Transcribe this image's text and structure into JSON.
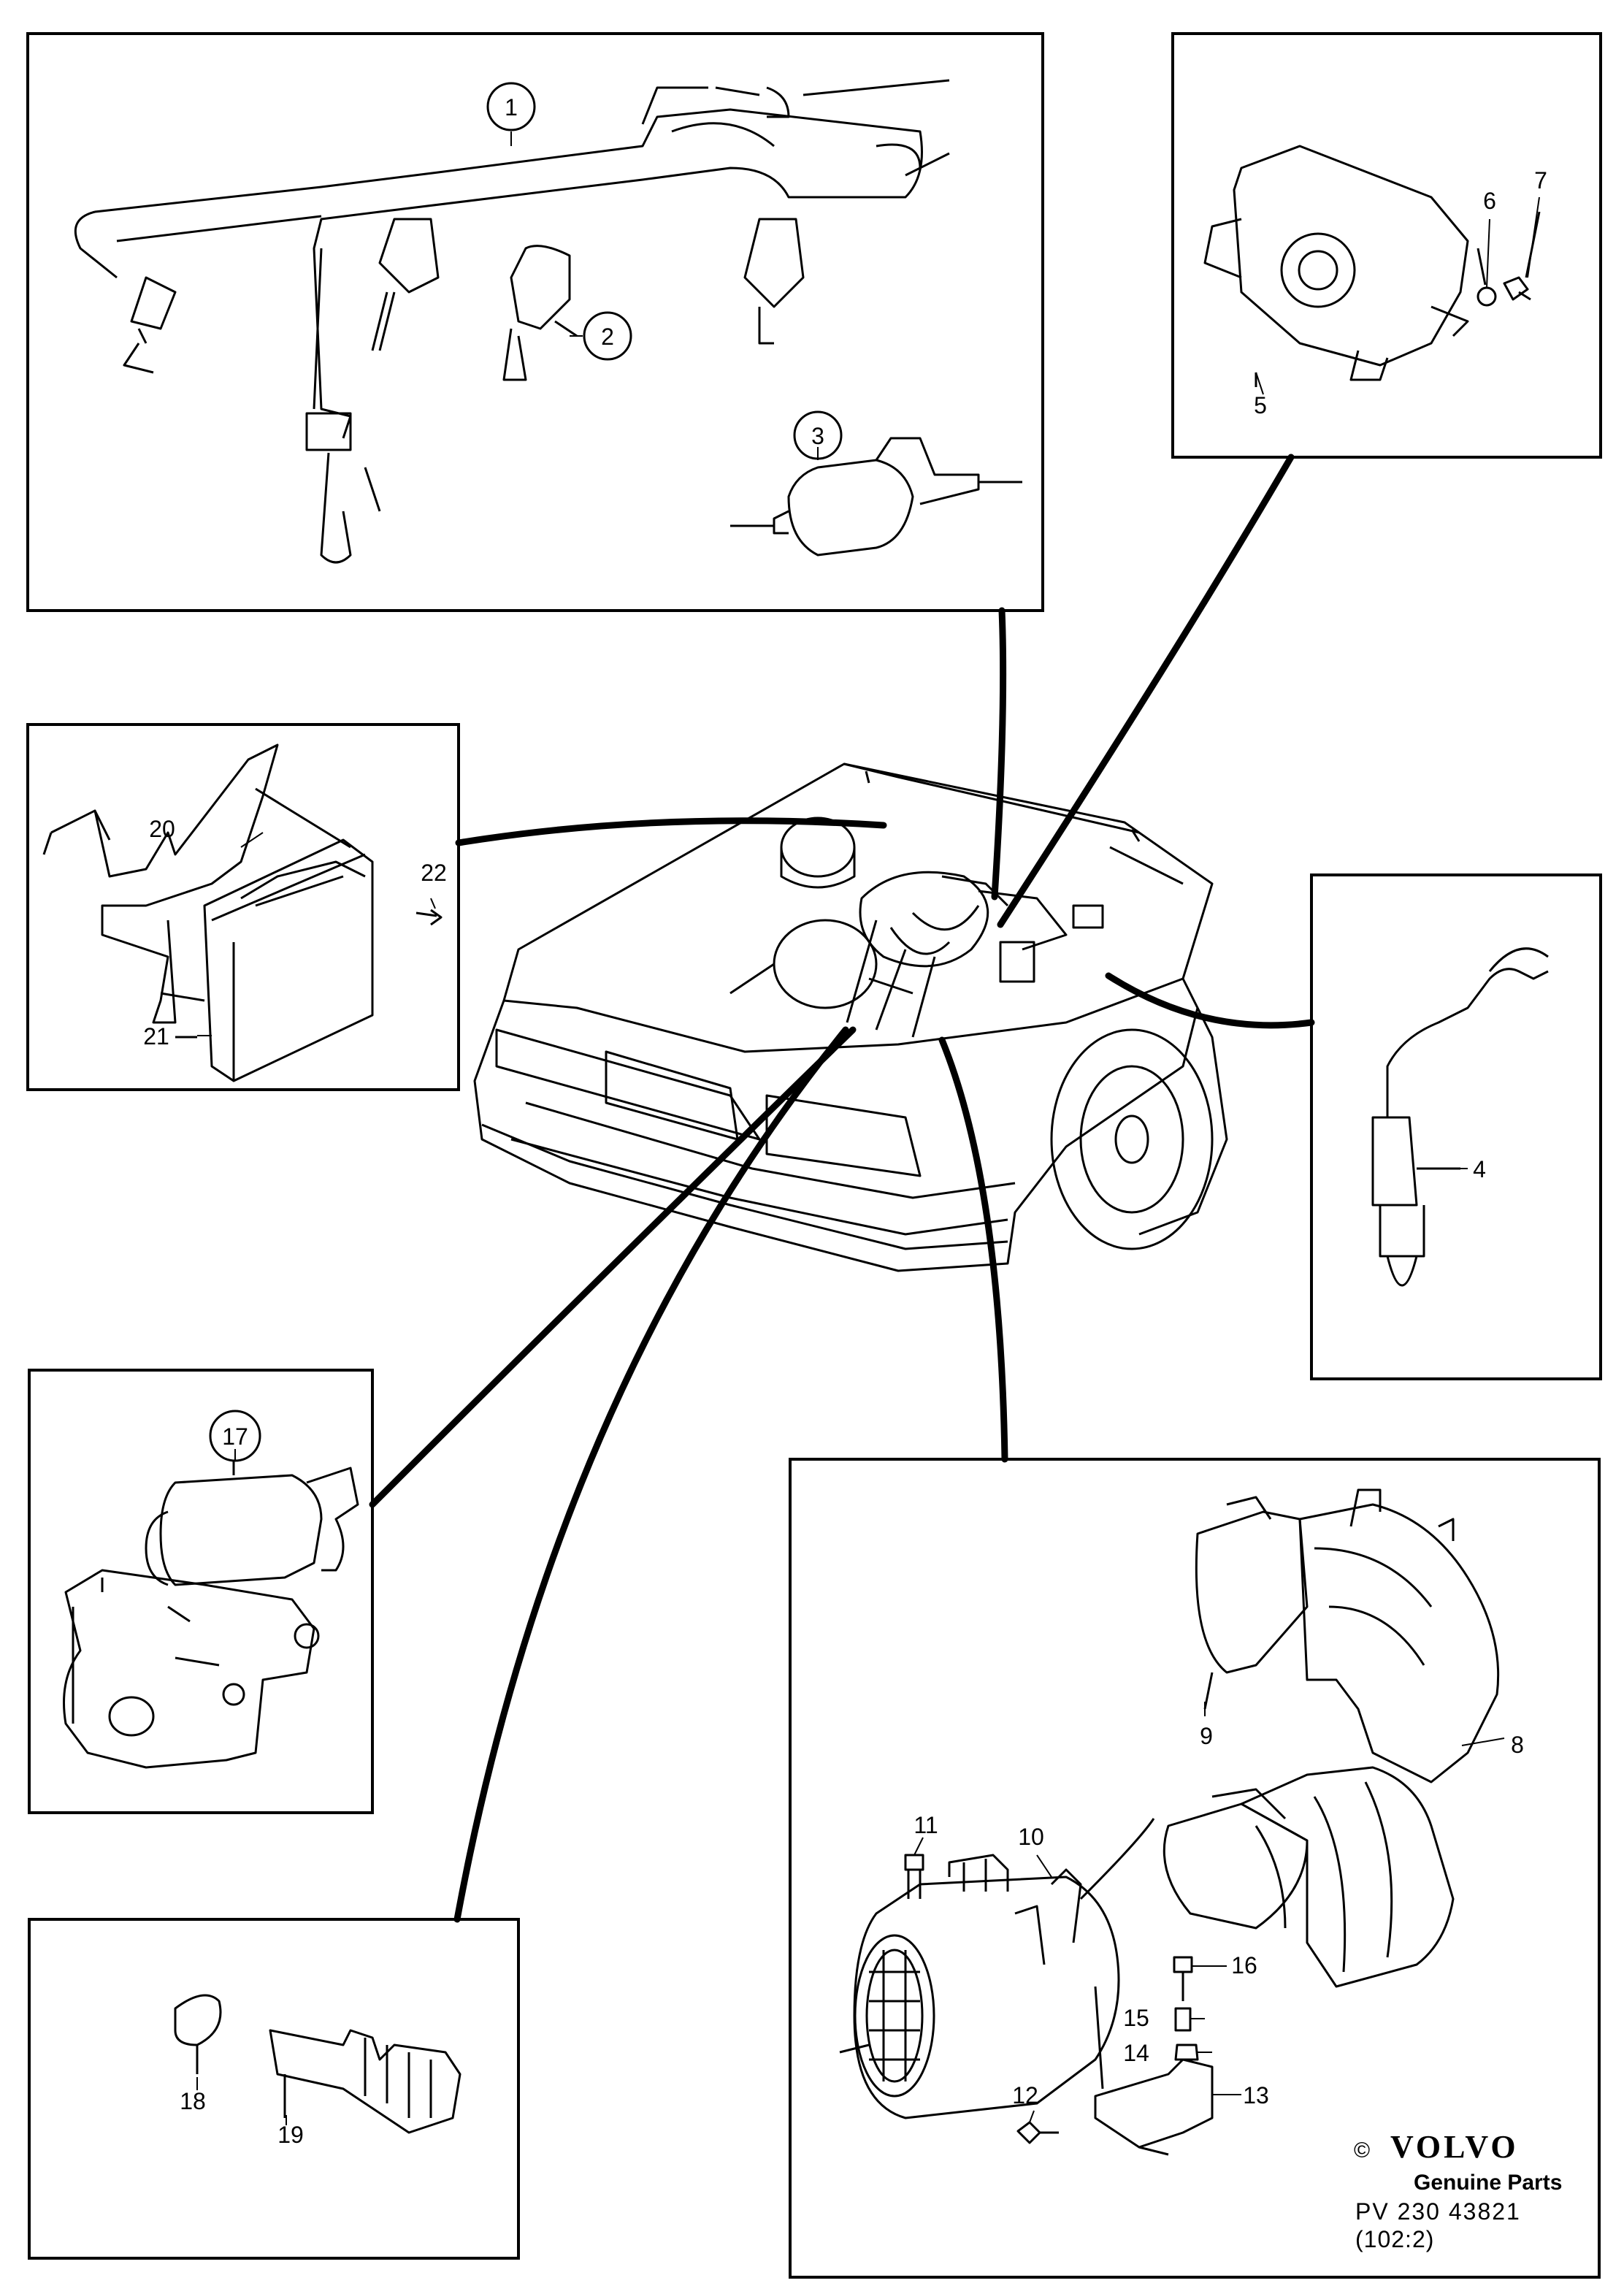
{
  "diagram": {
    "labels": {
      "p1": "1",
      "p2": "2",
      "p3": "3",
      "p4": "4",
      "p5": "5",
      "p6": "6",
      "p7": "7",
      "p8": "8",
      "p9": "9",
      "p10": "10",
      "p11": "11",
      "p12": "12",
      "p13": "13",
      "p14": "14",
      "p15": "15",
      "p16": "16",
      "p17": "17",
      "p18": "18",
      "p19": "19",
      "p20": "20",
      "p21": "21",
      "p22": "22"
    }
  },
  "brand": {
    "copyright": "©",
    "logo": "VOLVO",
    "subtitle": "Genuine Parts",
    "reference": "PV 230 43821",
    "group": "(102:2)"
  }
}
